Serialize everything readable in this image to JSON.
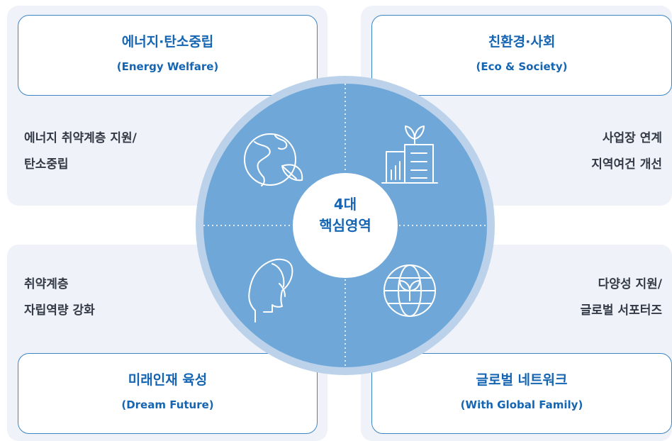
{
  "center": {
    "line1": "4대",
    "line2": "핵심영역"
  },
  "quadrants": {
    "top_left": {
      "title": "에너지·탄소중립",
      "subtitle": "(Energy Welfare)",
      "description": [
        "에너지 취약계층 지원/",
        "탄소중립"
      ],
      "icon": "globe-leaf-icon"
    },
    "top_right": {
      "title": "친환경·사회",
      "subtitle": "(Eco & Society)",
      "description": [
        "사업장 연계",
        "지역여건 개선"
      ],
      "icon": "eco-building-icon"
    },
    "bottom_left": {
      "title": "미래인재 육성",
      "subtitle": "(Dream Future)",
      "description": [
        "취약계층",
        "자립역량 강화"
      ],
      "icon": "human-head-icon"
    },
    "bottom_right": {
      "title": "글로벌 네트워크",
      "subtitle": "(With Global Family)",
      "description": [
        "다양성 지원/",
        "글로벌 서포터즈"
      ],
      "icon": "globe-sprout-icon"
    }
  },
  "colors": {
    "panel": "#eff3f9",
    "card_border": "#3d86c6",
    "accent_text": "#1565b3",
    "circle_fill": "#6fa8d8",
    "circle_ring": "#bcd2ea"
  }
}
